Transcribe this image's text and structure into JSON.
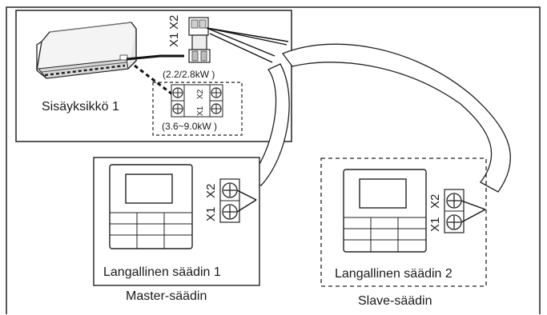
{
  "indoor_unit": {
    "label": "Sisäyksikkö 1",
    "terminal_top": {
      "x1": "X1",
      "x2": "X2"
    },
    "capacity_small": "(2.2/2.8kW )",
    "terminal_inline": {
      "x1": "X1",
      "x2": "X2"
    },
    "capacity_large": "(3.6~9.0kW )"
  },
  "controller_1": {
    "label": "Langallinen säädin 1",
    "role": "Master-säädin",
    "terminal": {
      "x1": "X1",
      "x2": "X2"
    }
  },
  "controller_2": {
    "label": "Langallinen säädin 2",
    "role": "Slave-säädin",
    "terminal": {
      "x1": "X1",
      "x2": "X2"
    }
  }
}
